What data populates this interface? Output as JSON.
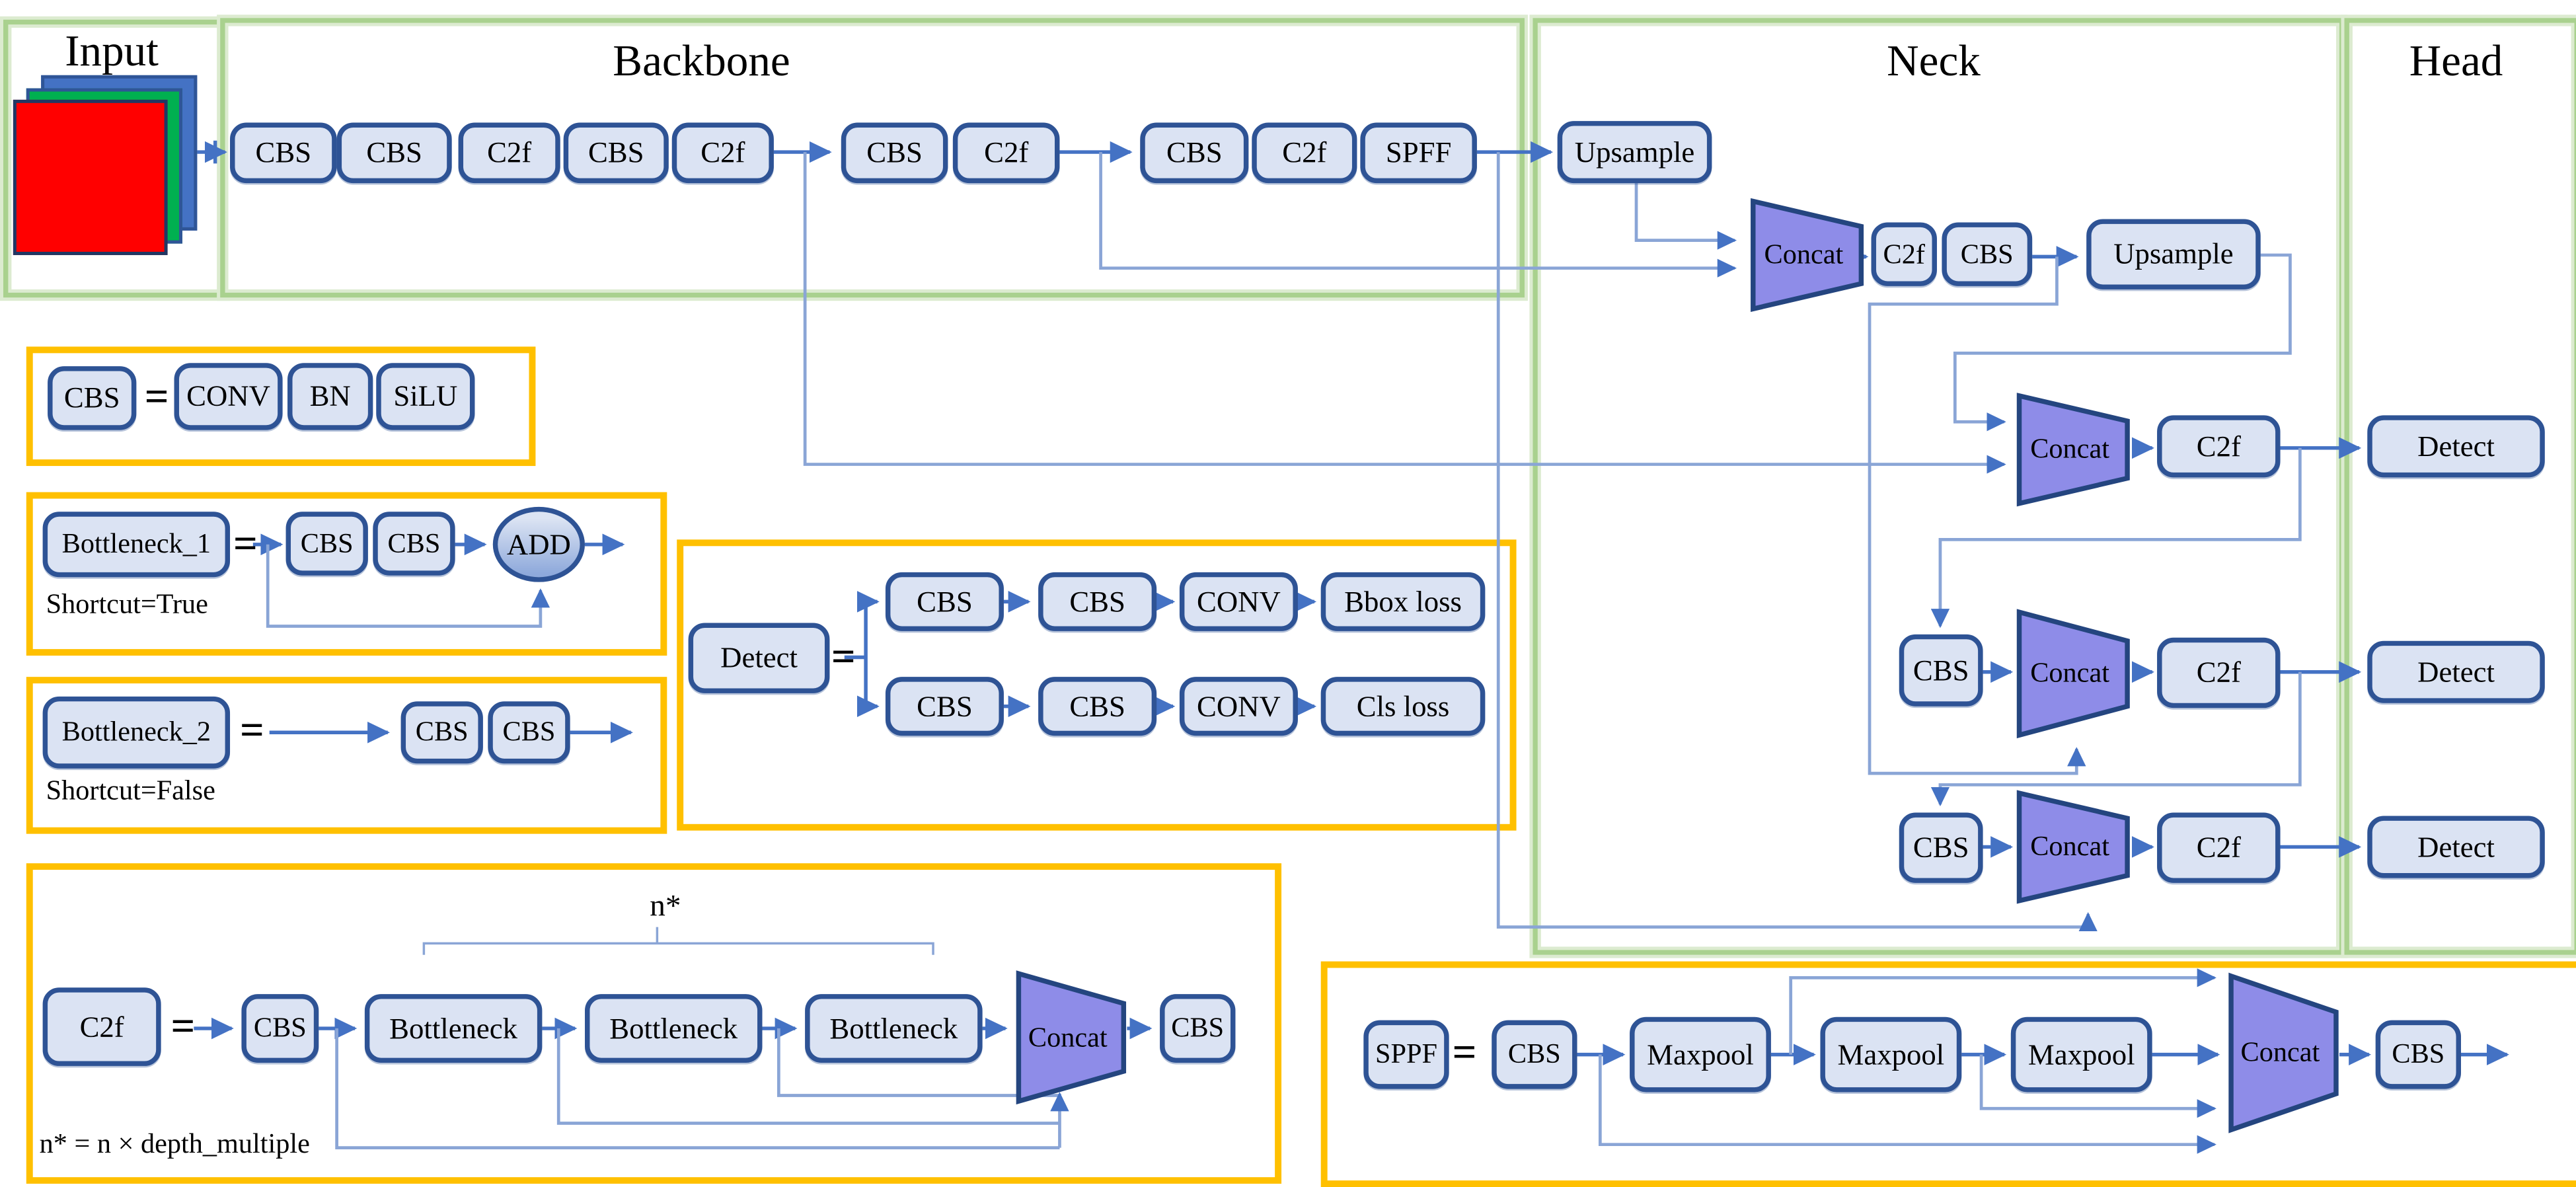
{
  "colors": {
    "block_fill": "#dbe3f3",
    "block_border": "#2e5395",
    "concat_fill": "#8e8ce8",
    "concat_border": "#24457f",
    "panel_green": "#a9d18e",
    "panel_yellow": "#ffc000",
    "line_dark": "#4472c4",
    "line_light": "#8aa5d6",
    "input_red": "#ff0000",
    "input_green": "#00b050",
    "input_blue": "#4472c4"
  },
  "misc": {
    "equals": "="
  },
  "input": {
    "title": "Input"
  },
  "backbone": {
    "title": "Backbone",
    "blocks": [
      "CBS",
      "CBS",
      "C2f",
      "CBS",
      "C2f",
      "CBS",
      "C2f",
      "CBS",
      "C2f",
      "SPFF"
    ]
  },
  "neck": {
    "title": "Neck",
    "upsample_top": "Upsample",
    "row1": {
      "concat": "Concat",
      "c2f": "C2f",
      "cbs": "CBS",
      "upsample": "Upsample"
    },
    "row2": {
      "concat": "Concat",
      "c2f": "C2f"
    },
    "row3": {
      "cbs": "CBS",
      "concat": "Concat",
      "c2f": "C2f"
    },
    "row4": {
      "cbs": "CBS",
      "concat": "Concat",
      "c2f": "C2f"
    }
  },
  "head": {
    "title": "Head",
    "detects": [
      "Detect",
      "Detect",
      "Detect"
    ]
  },
  "legend_cbs": {
    "lhs": "CBS",
    "items": [
      "CONV",
      "BN",
      "SiLU"
    ]
  },
  "legend_bottleneck1": {
    "lhs": "Bottleneck_1",
    "cbs1": "CBS",
    "cbs2": "CBS",
    "add": "ADD",
    "note": "Shortcut=True"
  },
  "legend_bottleneck2": {
    "lhs": "Bottleneck_2",
    "cbs1": "CBS",
    "cbs2": "CBS",
    "note": "Shortcut=False"
  },
  "legend_c2f": {
    "lhs": "C2f",
    "cbs_in": "CBS",
    "bottlenecks": [
      "Bottleneck",
      "Bottleneck",
      "Bottleneck"
    ],
    "concat": "Concat",
    "cbs_out": "CBS",
    "n_label": "n*",
    "note": "n* = n × depth_multiple"
  },
  "legend_detect": {
    "lhs": "Detect",
    "row_top": [
      "CBS",
      "CBS",
      "CONV",
      "Bbox loss"
    ],
    "row_bottom": [
      "CBS",
      "CBS",
      "CONV",
      "Cls loss"
    ]
  },
  "legend_sppf": {
    "lhs": "SPPF",
    "cbs_in": "CBS",
    "maxpools": [
      "Maxpool",
      "Maxpool",
      "Maxpool"
    ],
    "concat": "Concat",
    "cbs_out": "CBS"
  }
}
